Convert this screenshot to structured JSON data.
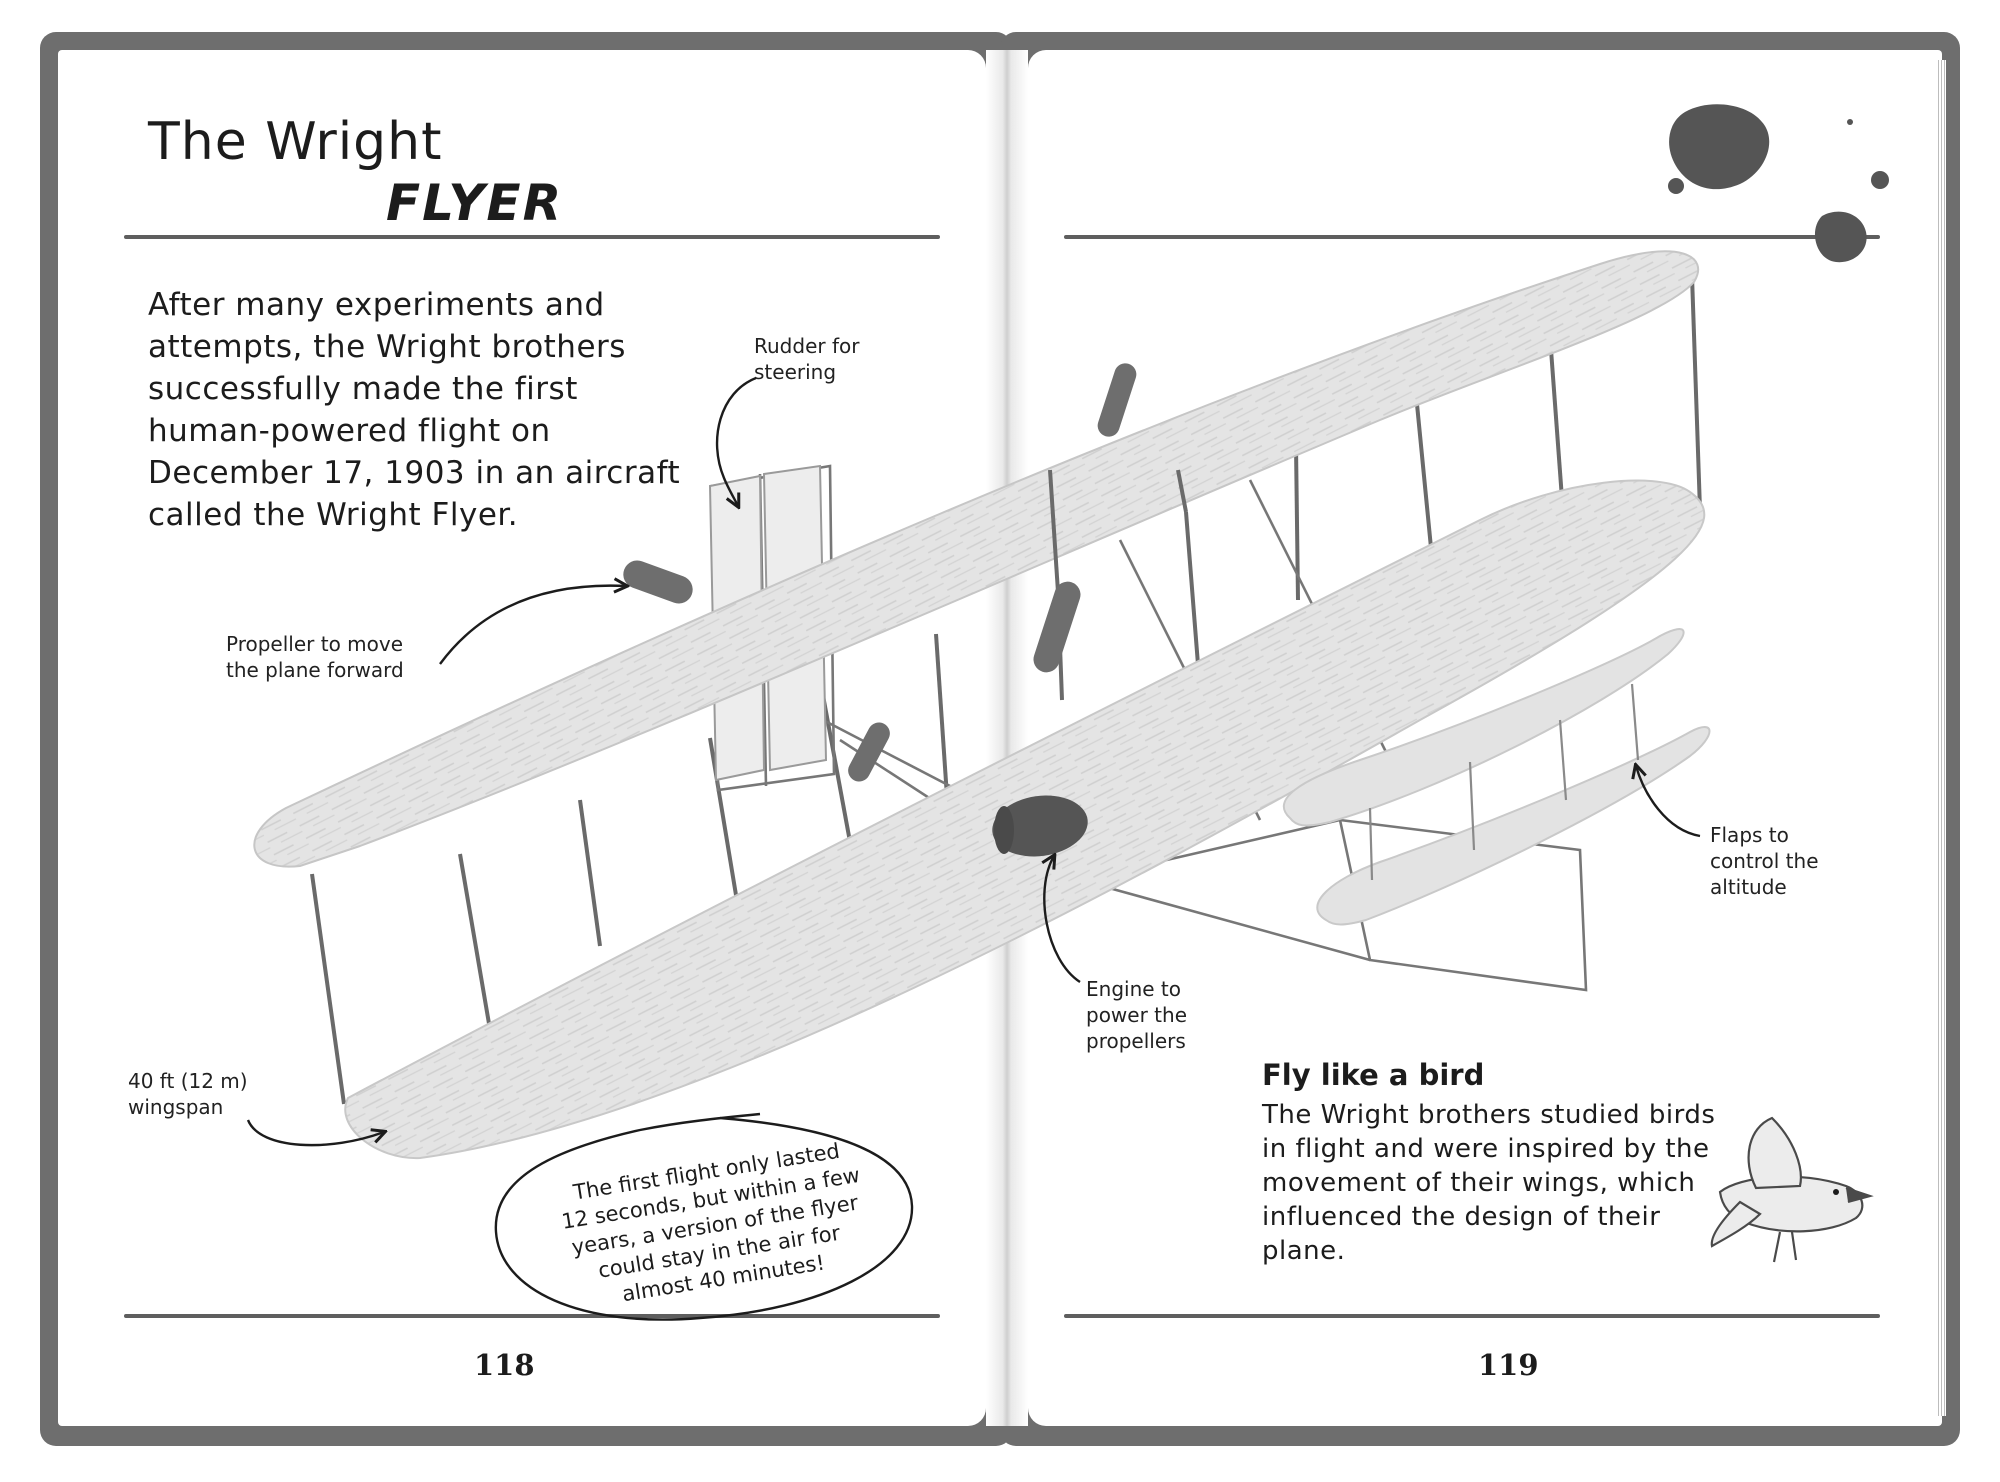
{
  "left_page": {
    "title_line1": "The Wright",
    "title_line2": "FLYER",
    "intro": "After many experiments and attempts, the Wright brothers successfully made the first human-powered flight on December 17, 1903 in an aircraft called the Wright Flyer.",
    "labels": {
      "rudder": [
        "Rudder for",
        "steering"
      ],
      "propeller": [
        "Propeller to move",
        "the plane forward"
      ],
      "wingspan": [
        "40 ft (12 m)",
        "wingspan"
      ]
    },
    "callout": [
      "The first flight only lasted",
      "12 seconds, but within a few",
      "years, a version of the flyer",
      "could stay in the air for",
      "almost 40 minutes!"
    ],
    "page_number": "118"
  },
  "right_page": {
    "labels": {
      "engine": [
        "Engine to",
        "power the",
        "propellers"
      ],
      "flaps": [
        "Flaps to",
        "control the",
        "altitude"
      ]
    },
    "section_heading": "Fly like a bird",
    "section_body": "The Wright brothers studied birds in flight and were inspired by the movement of their wings, which influenced the design of their plane.",
    "page_number": "119"
  },
  "icons": [
    "ink-splat-icon",
    "bird-icon",
    "wright-flyer-illustration"
  ]
}
